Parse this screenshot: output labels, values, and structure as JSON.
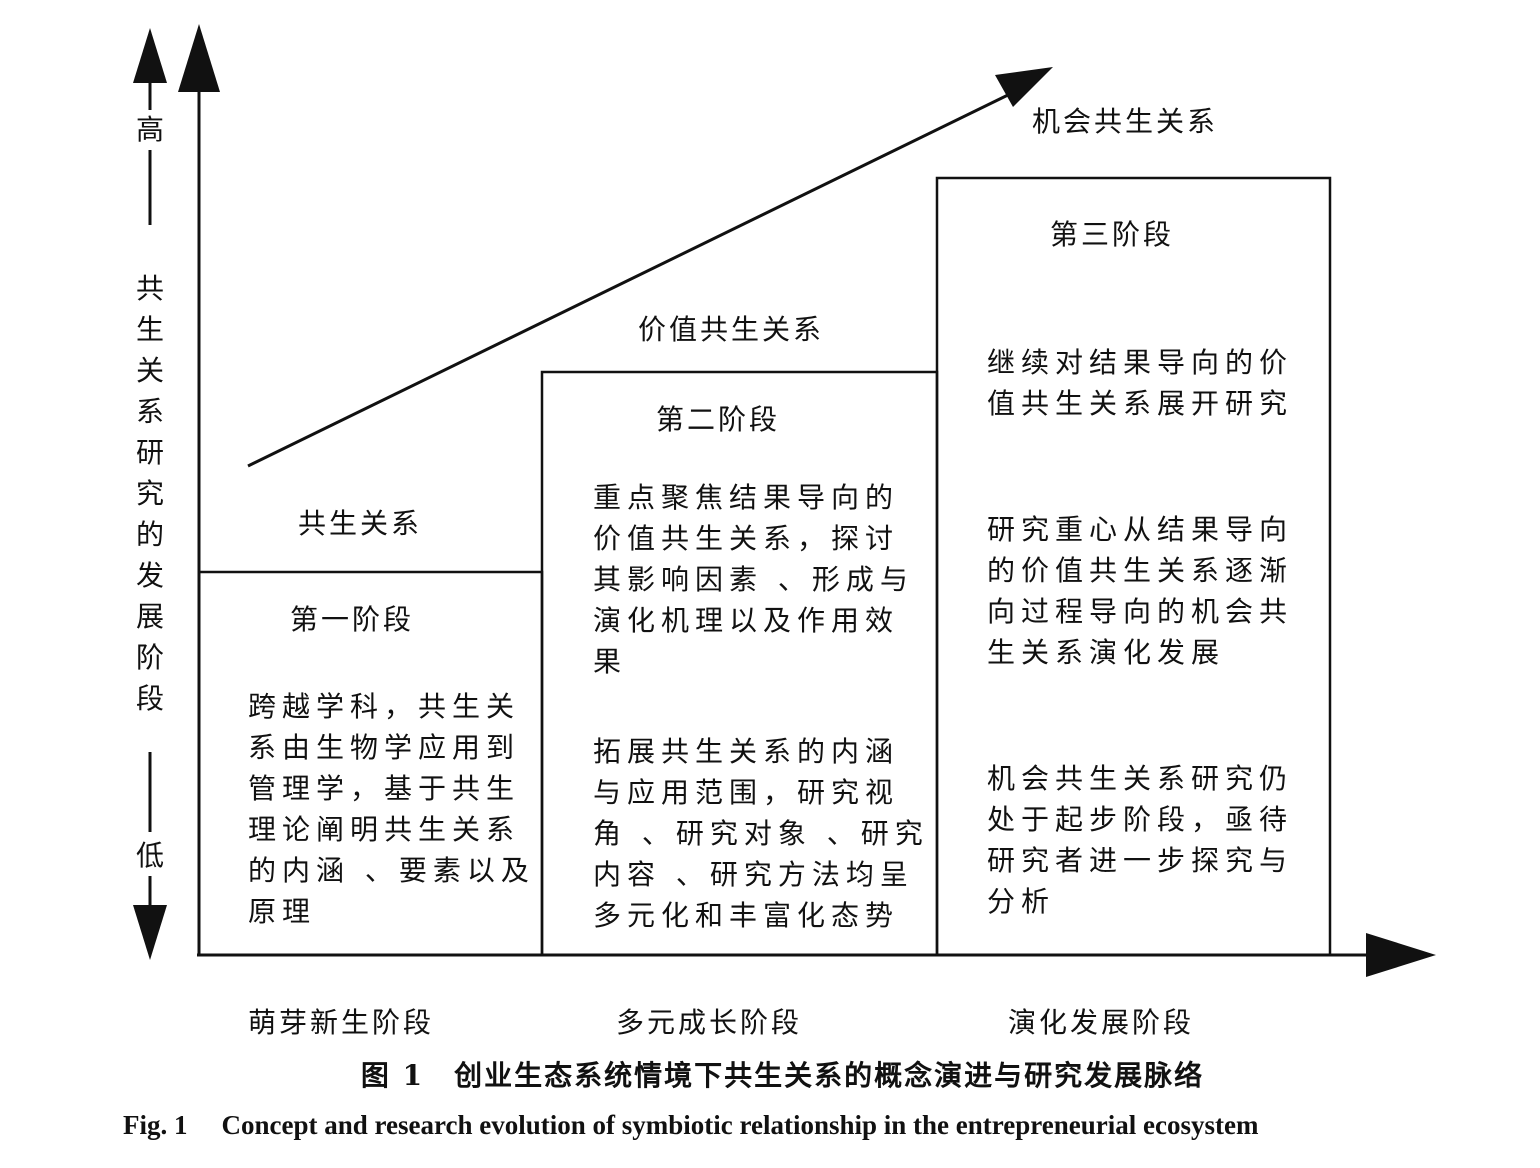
{
  "axis": {
    "y_high": "高",
    "y_low": "低",
    "y_label_chars": [
      "共",
      "生",
      "关",
      "系",
      "研",
      "究",
      "的",
      "发",
      "展",
      "阶",
      "段"
    ]
  },
  "trend": {
    "start_label": "共生关系",
    "mid_label": "价值共生关系",
    "end_label": "机会共生关系"
  },
  "stages": [
    {
      "name": "第一阶段",
      "blocks": [
        [
          "跨越学科，共生关",
          "系由生物学应用到",
          "管理学，基于共生",
          "理论阐明共生关系",
          "的内涵 、要素以及",
          "原理"
        ]
      ],
      "x_label": "萌芽新生阶段"
    },
    {
      "name": "第二阶段",
      "blocks": [
        [
          "重点聚焦结果导向的",
          "价值共生关系，探讨",
          "其影响因素 、形成与",
          "演化机理以及作用效",
          "果"
        ],
        [
          "拓展共生关系的内涵",
          "与应用范围，研究视",
          "角 、研究对象 、研究",
          "内容 、研究方法均呈",
          "多元化和丰富化态势"
        ]
      ],
      "x_label": "多元成长阶段"
    },
    {
      "name": "第三阶段",
      "blocks": [
        [
          "继续对结果导向的价",
          "值共生关系展开研究"
        ],
        [
          "研究重心从结果导向",
          "的价值共生关系逐渐",
          "向过程导向的机会共",
          "生关系演化发展"
        ],
        [
          "机会共生关系研究仍",
          "处于起步阶段，亟待",
          "研究者进一步探究与",
          "分析"
        ]
      ],
      "x_label": "演化发展阶段"
    }
  ],
  "caption": {
    "cn": "图 1　创业生态系统情境下共生关系的概念演进与研究发展脉络",
    "en_fig": "Fig. 1",
    "en_text": "Concept and research evolution of symbiotic relationship in the entrepreneurial ecosystem"
  }
}
